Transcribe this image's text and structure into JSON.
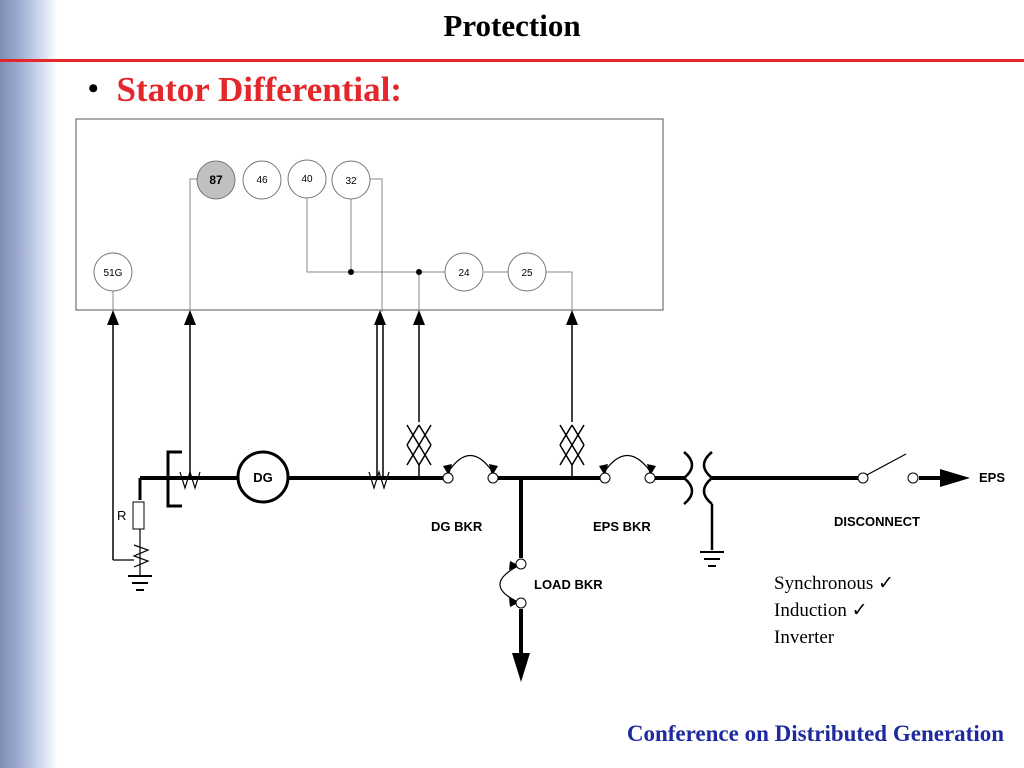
{
  "slide": {
    "title": "Protection",
    "bullet_marker": "•",
    "bullet": "Stator Differential:",
    "footer": "Conference on Distributed Generation"
  },
  "relays": {
    "r87": "87",
    "r46": "46",
    "r40": "40",
    "r32": "32",
    "r51g": "51G",
    "r24": "24",
    "r25": "25"
  },
  "labels": {
    "dg": "DG",
    "resistor": "R",
    "dg_bkr": "DG BKR",
    "eps_bkr": "EPS BKR",
    "load_bkr": "LOAD BKR",
    "disconnect": "DISCONNECT",
    "eps": "EPS"
  },
  "generator_types": [
    {
      "name": "Synchronous",
      "mark": "✓"
    },
    {
      "name": "Induction",
      "mark": "✓"
    },
    {
      "name": "Inverter",
      "mark": ""
    }
  ],
  "colors": {
    "title_rule": "#e3272a",
    "bullet_text": "#e3272a",
    "footer_text": "#1f2a9c",
    "highlight_relay": "#c0c0c0"
  }
}
